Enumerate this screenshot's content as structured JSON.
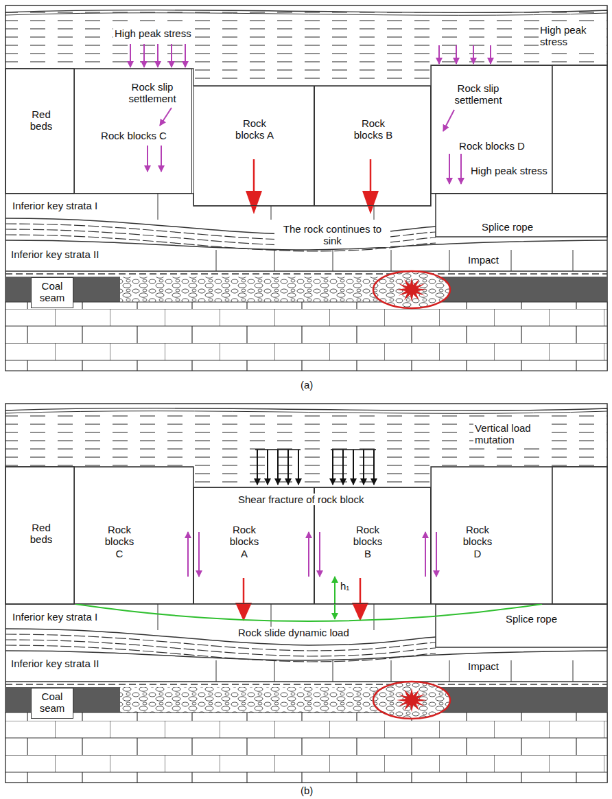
{
  "diagram": {
    "nodes": [
      {
        "text": [
          "Rock blocks C"
        ]
      },
      {
        "text": [
          "Rock blocks A"
        ]
      },
      {
        "text": [
          "Rock blocks B"
        ]
      },
      {
        "text": [
          "Rock blocks D"
        ]
      },
      {
        "text": [
          "Coal seam"
        ]
      },
      {
        "text": [
          "Rock blocks C"
        ]
      },
      {
        "text": [
          "Rock blocks A"
        ]
      },
      {
        "text": [
          "Rock blocks B"
        ]
      },
      {
        "text": [
          "Rock blocks D"
        ]
      },
      {
        "text": [
          "Coal seam"
        ]
      }
    ],
    "labels": [
      "High peak stress",
      "High peak stress",
      "Red beds",
      "Rock slip settlement",
      "Rock slip settlement",
      "High peak stress",
      "Inferior key strata I",
      "The rock continues to sink",
      "Splice rope",
      "Inferior key strata II",
      "Impact",
      "(a)",
      "Vertical load mutation",
      "Red beds",
      "Shear fracture of rock block",
      "h₁",
      "Inferior key strata I",
      "Rock slide dynamic load",
      "Splice rope",
      "Inferior key strata II",
      "Impact",
      "(b)"
    ]
  }
}
